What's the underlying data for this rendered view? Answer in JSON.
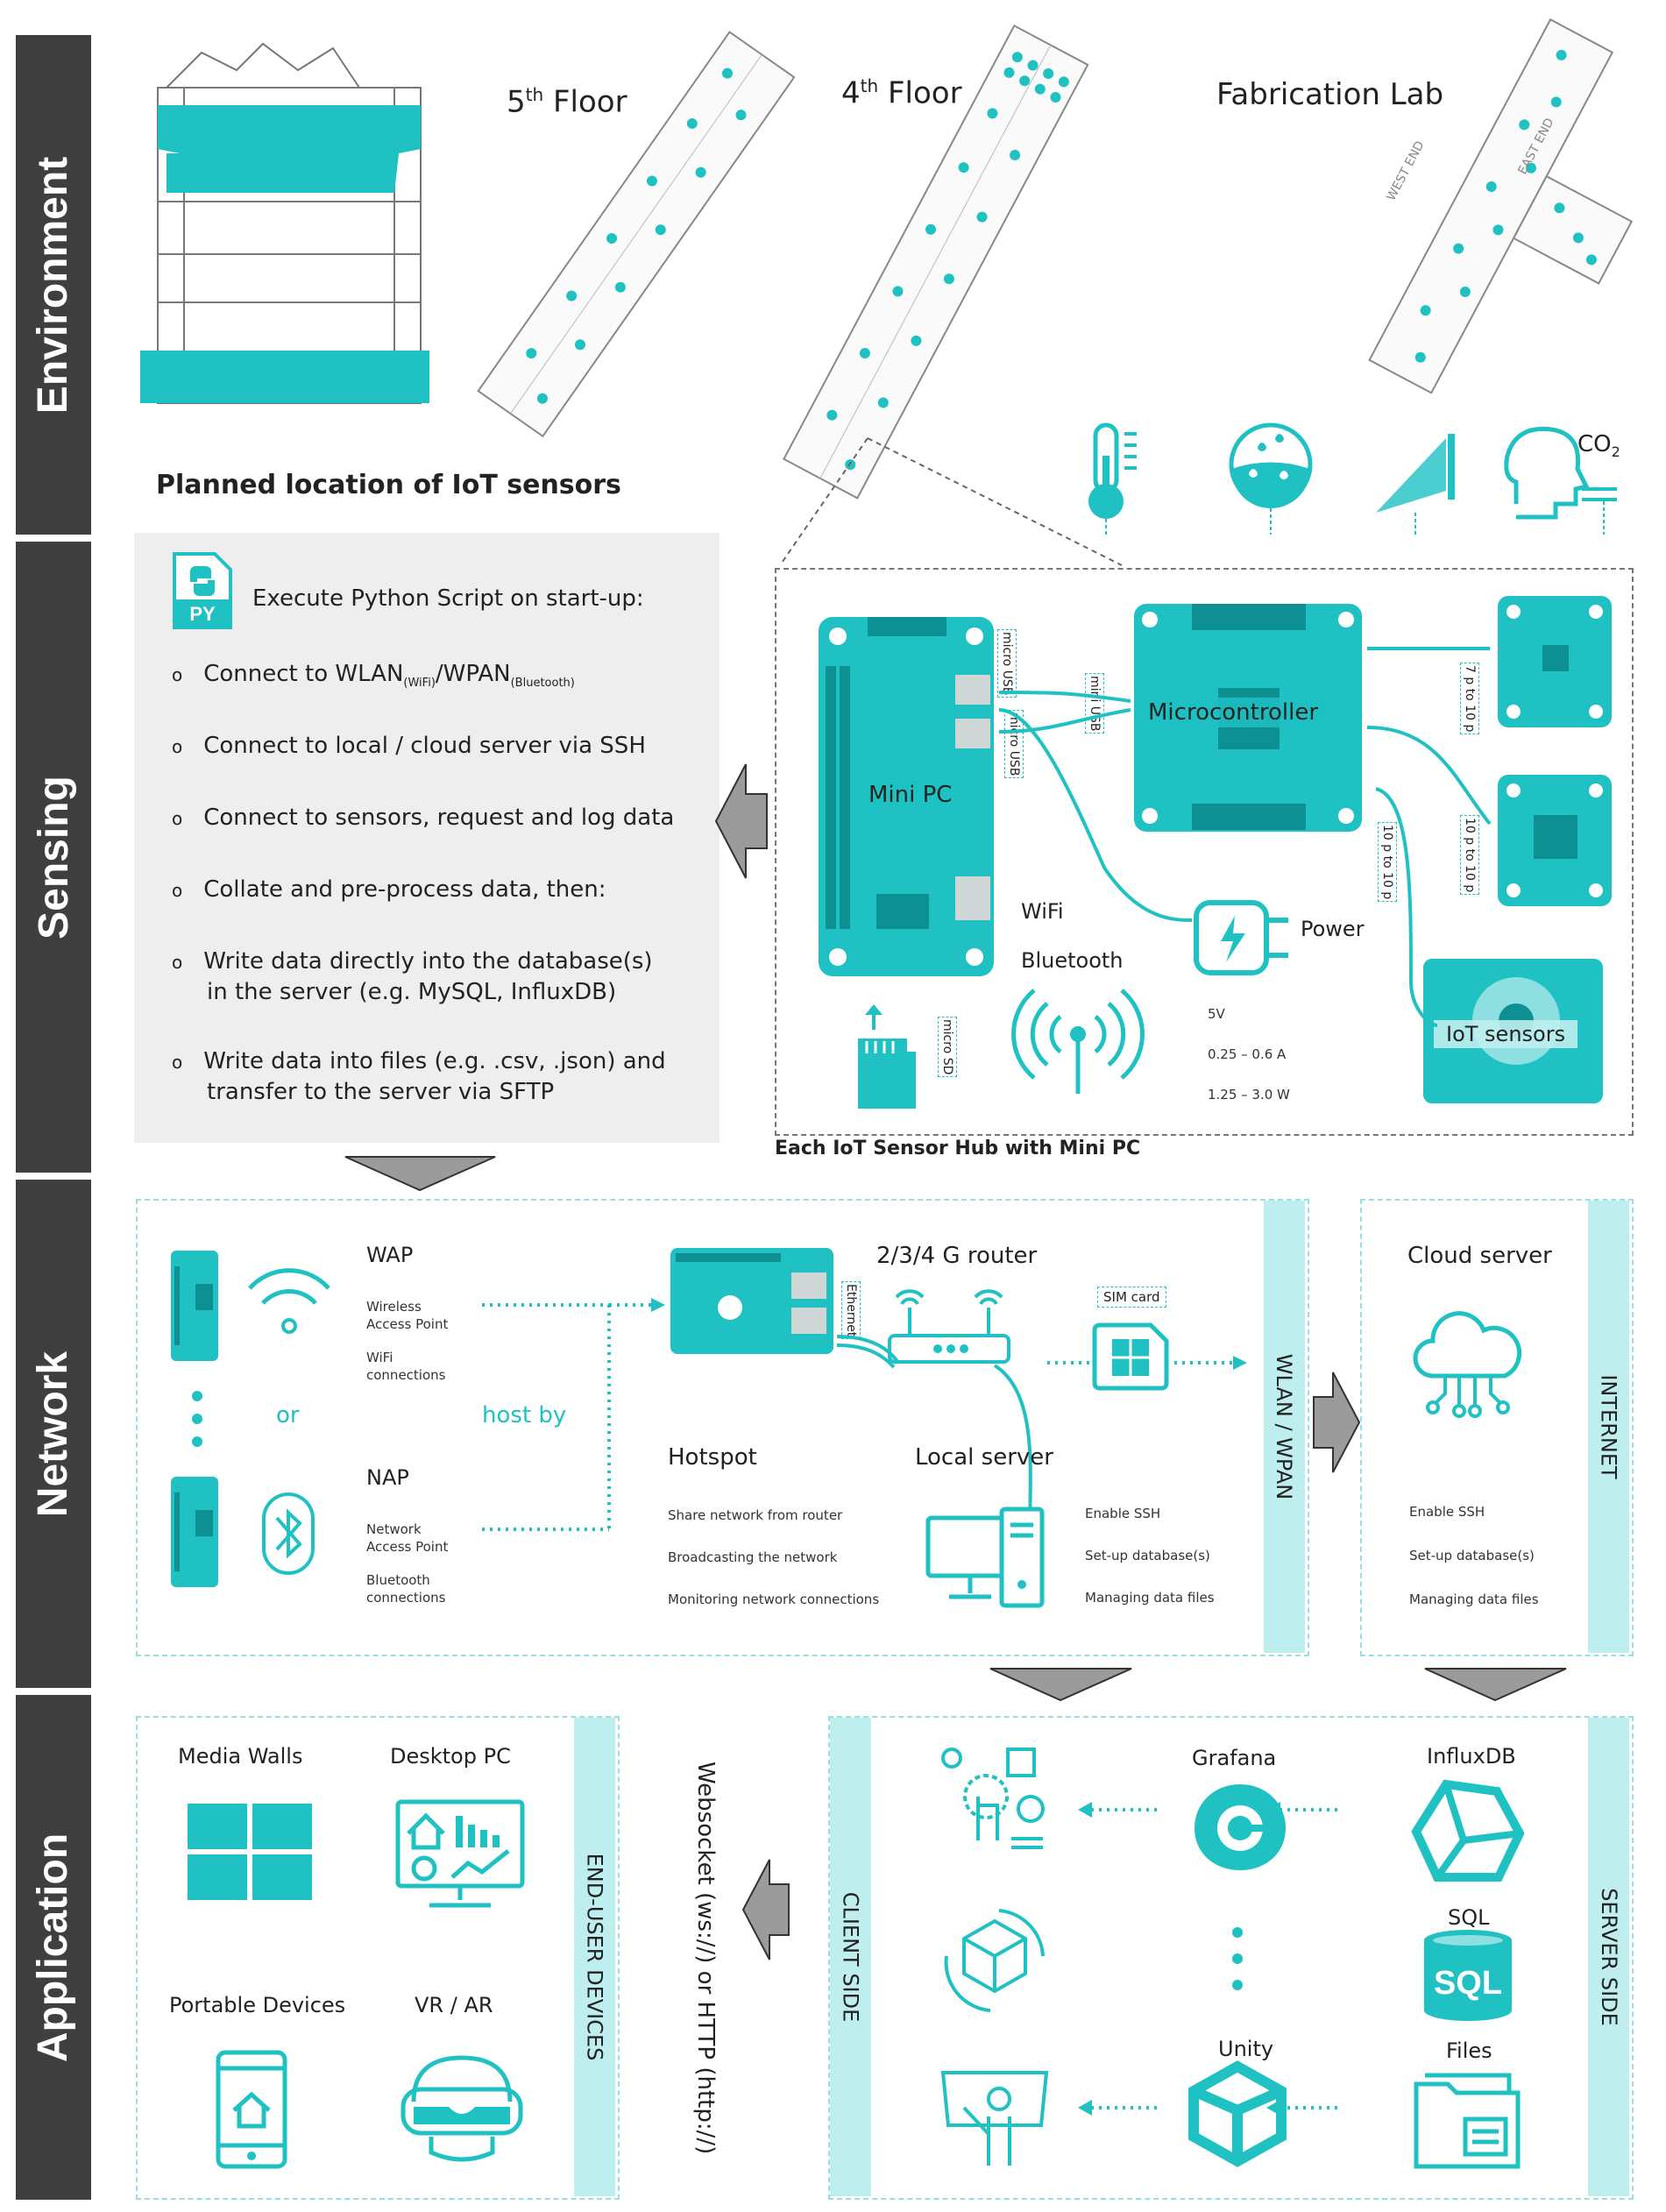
{
  "bands": {
    "environment": "Environment",
    "sensing": "Sensing",
    "network": "Network",
    "application": "Application"
  },
  "environment": {
    "floor5": "5th Floor",
    "floor5_base": "5",
    "floor5_sup": "th",
    "floor5_rest": " Floor",
    "floor4_base": "4",
    "floor4_sup": "th",
    "floor4_rest": " Floor",
    "fablab": "Fabrication Lab",
    "planned": "Planned location of IoT sensors",
    "co2": "CO",
    "co2_sub": "2",
    "fablab_west": "WEST END",
    "fablab_east": "EAST END"
  },
  "sensing": {
    "py_label": "PY",
    "script_title": "Execute Python Script on start-up:",
    "bullets": [
      {
        "a": "Connect to WLAN",
        "a_sub": "(WiFi)",
        "b": "/WPAN",
        "b_sub": "(Bluetooth)"
      },
      {
        "text": "Connect to local / cloud server via SSH"
      },
      {
        "text": "Connect to sensors, request and log data"
      },
      {
        "text": "Collate and pre-process data, then:"
      },
      {
        "text": "Write data directly into the database(s)",
        "text2": "in the server (e.g. MySQL, InfluxDB)"
      },
      {
        "text": "Write data into files (e.g. .csv, .json) and",
        "text2": "transfer to the server via SFTP"
      }
    ],
    "bullet_mark": "o",
    "hub_caption": "Each IoT Sensor Hub with Mini PC",
    "mini_pc": "Mini PC",
    "microcontroller": "Microcontroller",
    "micro_usb_1": "micro USB",
    "micro_usb_2": "micro USB",
    "mini_usb": "mini USB",
    "micro_sd": "micro SD",
    "wifi": "WiFi",
    "bluetooth": "Bluetooth",
    "power": "Power",
    "spec_v": "5V",
    "spec_a": "0.25 – 0.6 A",
    "spec_w": "1.25 – 3.0 W",
    "iot_sensors": "IoT sensors",
    "cable_7p": "7 p to 10 p",
    "cable_10p_a": "10 p to 10 p",
    "cable_10p_b": "10 p to 10 p"
  },
  "network": {
    "wap": "WAP",
    "wap_desc1": "Wireless",
    "wap_desc2": "Access Point",
    "wap_conn1": "WiFi",
    "wap_conn2": "connections",
    "or": "or",
    "host_by": "host by",
    "nap": "NAP",
    "nap_desc1": "Network",
    "nap_desc2": "Access Point",
    "nap_conn1": "Bluetooth",
    "nap_conn2": "connections",
    "router": "2/3/4 G router",
    "ethernet": "Ethernet",
    "sim": "SIM card",
    "hotspot": "Hotspot",
    "hotspot_items": [
      "Share network from router",
      "Broadcasting the network",
      "Monitoring network connections"
    ],
    "local_server": "Local server",
    "local_items": [
      "Enable SSH",
      "Set-up database(s)",
      "Managing data files"
    ],
    "wlan_strip": "WLAN / WPAN",
    "cloud_server": "Cloud server",
    "cloud_items": [
      "Enable SSH",
      "Set-up database(s)",
      "Managing data files"
    ],
    "internet_strip": "INTERNET"
  },
  "application": {
    "media_walls": "Media Walls",
    "desktop_pc": "Desktop PC",
    "portable": "Portable Devices",
    "vrar": "VR / AR",
    "end_user_strip": "END-USER DEVICES",
    "websocket": "Websocket (ws://) or HTTP (http://)",
    "client_side": "CLIENT SIDE",
    "server_side": "SERVER SIDE",
    "grafana": "Grafana",
    "influxdb": "InfluxDB",
    "sql_top": "SQL",
    "sql_icon": "SQL",
    "unity": "Unity",
    "files": "Files"
  },
  "colors": {
    "teal": "#1fc1c3",
    "light_teal": "#bfeeee",
    "band": "#3f3f3f",
    "panel_gray": "#eeeeee",
    "arrow_gray": "#9b9b9b"
  }
}
